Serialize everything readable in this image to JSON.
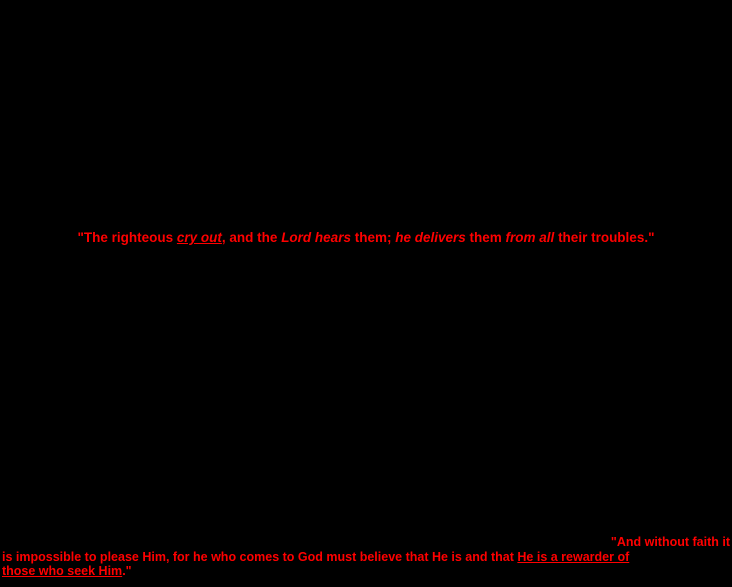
{
  "page": {
    "background": "#000000",
    "text_color": "#ff0000"
  },
  "quotes": {
    "psalm": {
      "segments": [
        {
          "text": "\"The righteous "
        },
        {
          "text": "cry out"
        },
        {
          "text": ", and the "
        },
        {
          "text": "Lord hears"
        },
        {
          "text": " them; "
        },
        {
          "text": "he delivers"
        },
        {
          "text": " them "
        },
        {
          "text": "from all"
        },
        {
          "text": " their troubles.\""
        }
      ]
    },
    "hebrews": {
      "line1": [
        {
          "text": "\"And without faith it"
        }
      ],
      "line2": [
        {
          "text": "is impossible to please Him, for he who comes to God must believe that He is and that "
        },
        {
          "text": "He is a rewarder of"
        }
      ],
      "line3": [
        {
          "text": "those who seek Him"
        },
        {
          "text": ".\""
        }
      ]
    }
  }
}
